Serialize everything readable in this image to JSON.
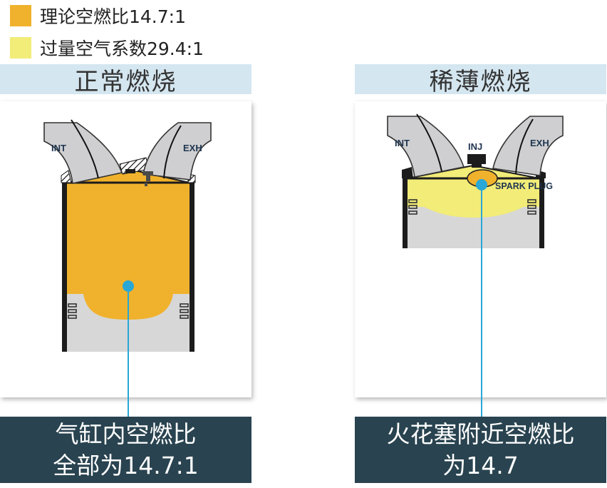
{
  "legend": [
    {
      "label": "理论空燃比14.7:1",
      "color": "#f0b22c"
    },
    {
      "label": "过量空气系数29.4:1",
      "color": "#f2ec78"
    }
  ],
  "panels": {
    "normal": {
      "title": "正常燃烧",
      "intake_label": "INT",
      "exhaust_label": "EXH",
      "caption_line1": "气缸内空燃比",
      "caption_line2": "全部为14.7:1"
    },
    "lean": {
      "title": "稀薄燃烧",
      "intake_label": "INT",
      "exhaust_label": "EXH",
      "injector_label": "INJ",
      "spark_plug_label": "SPARK PLUG",
      "caption_line1": "火花塞附近空燃比",
      "caption_line2": "为14.7"
    }
  },
  "colors": {
    "rich_mixture": "#f0b22c",
    "lean_mixture": "#f2ec78",
    "port_gray": "#cfcfd1",
    "piston_gray": "#d7d7d7",
    "title_bar": "#d4e6f0",
    "caption_bar": "#294350",
    "pointer_line": "#29a7d6"
  }
}
